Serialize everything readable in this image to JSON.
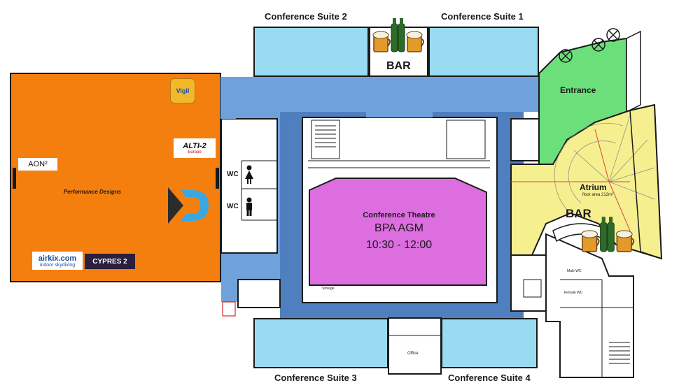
{
  "rooms": {
    "suite1": "Conference Suite 1",
    "suite2": "Conference Suite 2",
    "suite3": "Conference Suite 3",
    "suite4": "Conference Suite 4",
    "bar_top": "BAR",
    "bar_atrium": "BAR",
    "entrance": "Entrance",
    "atrium": "Atrium",
    "atrium_area": "floor area 212m²",
    "wc_upper": "WC",
    "wc_lower": "WC",
    "storage": "Storage",
    "office": "Office",
    "male_wc": "Male WC",
    "female_wc": "Female WC"
  },
  "theatre": {
    "name": "Conference Theatre",
    "event": "BPA AGM",
    "time": "10:30 - 12:00"
  },
  "exhibitor_logos": {
    "vigil": "Vigil",
    "aon2": "AON²",
    "alti2": "ALTI-2",
    "alti2_sub": "Europe",
    "performance_designs": "Performance Designs",
    "airkix": "airkix.com",
    "airkix_sub": "indoor skydiving",
    "cypres": "CYPRES 2"
  },
  "colors": {
    "exhibition_hall": "#f57f0e",
    "corridor": "#6fa1da",
    "corridor_dark": "#4f7fbf",
    "suite": "#99dcf2",
    "theatre": "#dc6ee0",
    "entrance": "#6be07a",
    "atrium": "#f5ef8f"
  },
  "icons": [
    "beer-icon",
    "male-person-icon",
    "female-person-icon",
    "door-icon"
  ]
}
